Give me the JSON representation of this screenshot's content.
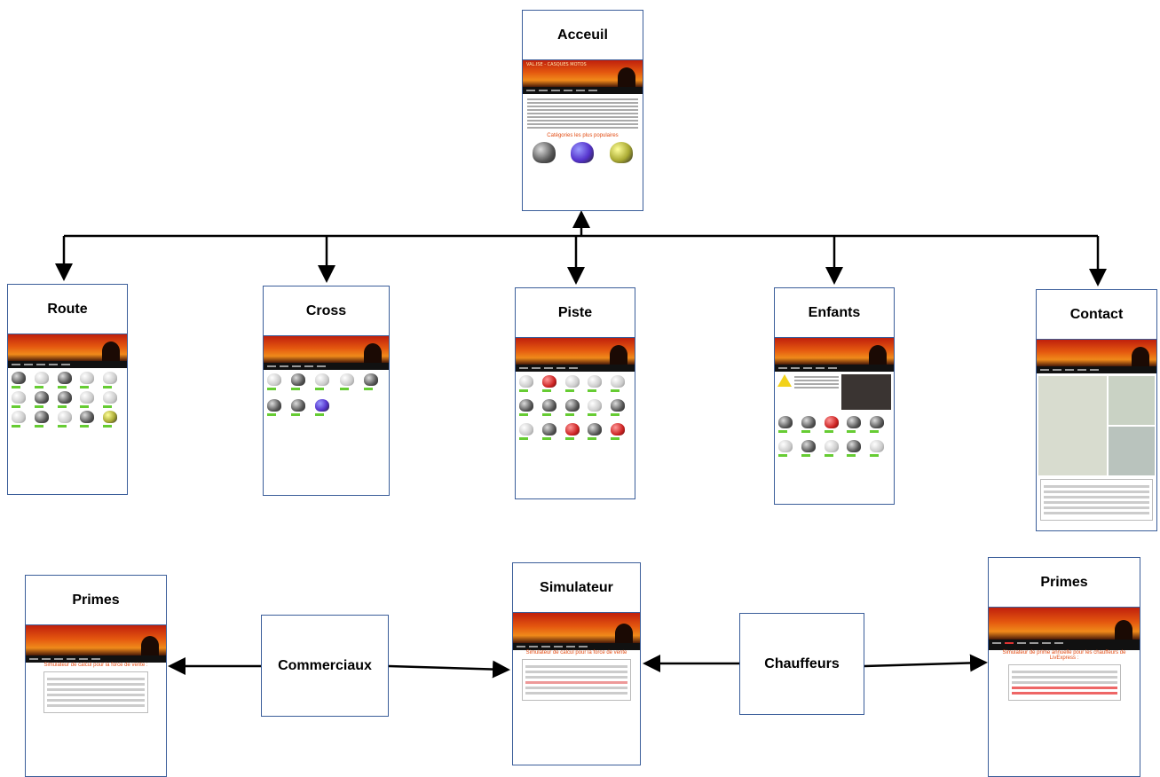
{
  "nodes": {
    "accueil": {
      "title": "Acceuil",
      "banner_brand": "VAL.ISE - CASQUES MOTOS",
      "featured_caption": "Catégories les plus populaires"
    },
    "route": {
      "title": "Route"
    },
    "cross": {
      "title": "Cross"
    },
    "piste": {
      "title": "Piste"
    },
    "enfants": {
      "title": "Enfants"
    },
    "contact": {
      "title": "Contact"
    },
    "primes_left": {
      "title": "Primes",
      "caption": "Simulateur de calcul pour la force de vente :"
    },
    "simulateur": {
      "title": "Simulateur",
      "caption": "Simulateur de calcul pour la force de vente"
    },
    "primes_right": {
      "title": "Primes",
      "caption": "Simulateur de prime annuelle pour les chauffeurs de LivExpress :"
    }
  },
  "labels": {
    "commerciaux": "Commerciaux",
    "chauffeurs": "Chauffeurs"
  },
  "colors": {
    "box_border": "#3b5e9a",
    "connector": "#000000"
  }
}
